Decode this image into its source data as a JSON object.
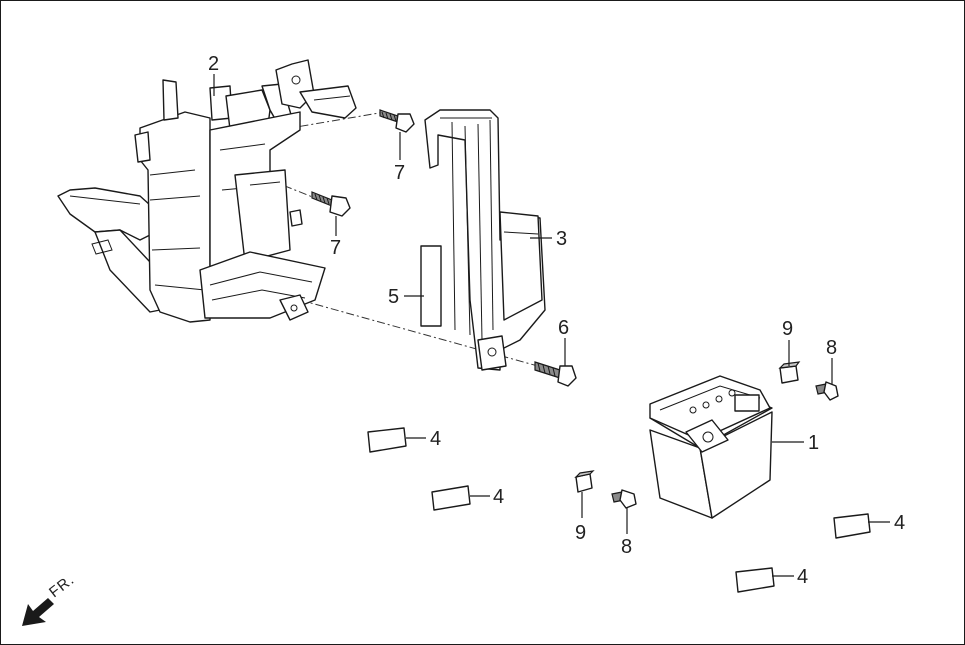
{
  "diagram": {
    "callouts": [
      {
        "id": "c1",
        "text": "1"
      },
      {
        "id": "c2",
        "text": "2"
      },
      {
        "id": "c3",
        "text": "3"
      },
      {
        "id": "c4a",
        "text": "4"
      },
      {
        "id": "c4b",
        "text": "4"
      },
      {
        "id": "c4c",
        "text": "4"
      },
      {
        "id": "c4d",
        "text": "4"
      },
      {
        "id": "c5",
        "text": "5"
      },
      {
        "id": "c6",
        "text": "6"
      },
      {
        "id": "c7a",
        "text": "7"
      },
      {
        "id": "c7b",
        "text": "7"
      },
      {
        "id": "c8a",
        "text": "8"
      },
      {
        "id": "c8b",
        "text": "8"
      },
      {
        "id": "c9a",
        "text": "9"
      },
      {
        "id": "c9b",
        "text": "9"
      }
    ],
    "direction_label": "FR."
  },
  "icons": {
    "direction": "front-direction-arrow-icon"
  },
  "colors": {
    "line": "#1a1a1a",
    "fill_light": "#c8c8c8",
    "fill_dark": "#8a8a8a"
  }
}
